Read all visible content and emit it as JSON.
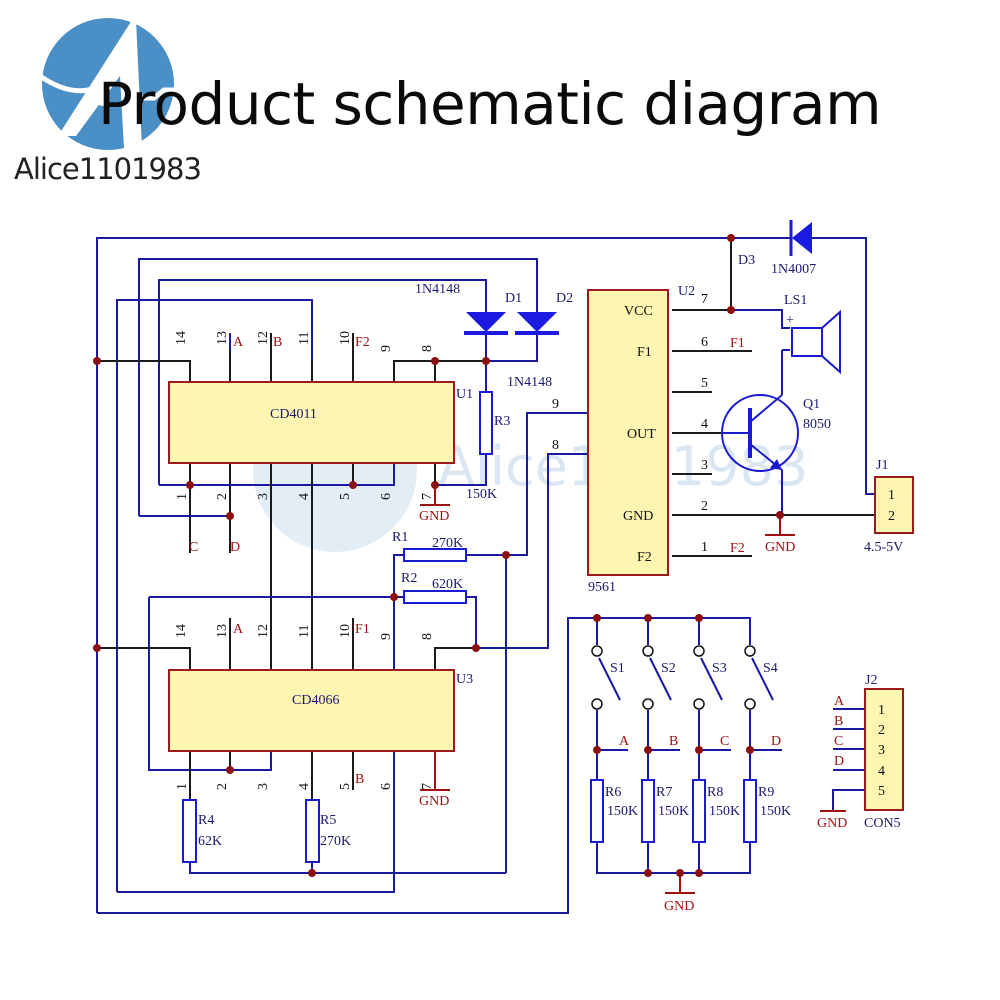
{
  "header": {
    "title": "Product schematic diagram",
    "brand": "Alice1101983",
    "watermark": "Alice1101983",
    "brand_color": "#4a90c8"
  },
  "colors": {
    "wire": "#1a1aa0",
    "chip_fill": "#fdf5b0",
    "chip_border": "#9b1b1b",
    "net_label": "#a01010"
  },
  "components": {
    "u1": {
      "ref": "U1",
      "part": "CD4011",
      "top_pins": [
        "14",
        "13",
        "12",
        "11",
        "10",
        "9",
        "8"
      ],
      "bottom_pins": [
        "1",
        "2",
        "3",
        "4",
        "5",
        "6",
        "7"
      ]
    },
    "u3": {
      "ref": "U3",
      "part": "CD4066",
      "top_pins": [
        "14",
        "13",
        "12",
        "11",
        "10",
        "9",
        "8"
      ],
      "bottom_pins": [
        "1",
        "2",
        "3",
        "4",
        "5",
        "6",
        "7"
      ]
    },
    "u2": {
      "ref": "U2",
      "part": "9561",
      "pins": [
        {
          "name": "VCC",
          "num": "7"
        },
        {
          "name": "F1",
          "num": "6"
        },
        {
          "name": "",
          "num": "5"
        },
        {
          "name": "OUT",
          "num": "4"
        },
        {
          "name": "",
          "num": "3"
        },
        {
          "name": "GND",
          "num": "2"
        },
        {
          "name": "F2",
          "num": "1"
        }
      ],
      "left_pins": [
        "9",
        "8"
      ]
    },
    "d1": {
      "ref": "D1",
      "part": "1N4148"
    },
    "d2": {
      "ref": "D2",
      "part": "1N4148"
    },
    "d3": {
      "ref": "D3",
      "part": "1N4007"
    },
    "r1": {
      "ref": "R1",
      "value": "270K"
    },
    "r2": {
      "ref": "R2",
      "value": "620K"
    },
    "r3": {
      "ref": "R3",
      "value": "150K"
    },
    "r4": {
      "ref": "R4",
      "value": "62K"
    },
    "r5": {
      "ref": "R5",
      "value": "270K"
    },
    "r6": {
      "ref": "R6",
      "value": "150K"
    },
    "r7": {
      "ref": "R7",
      "value": "150K"
    },
    "r8": {
      "ref": "R8",
      "value": "150K"
    },
    "r9": {
      "ref": "R9",
      "value": "150K"
    },
    "q1": {
      "ref": "Q1",
      "part": "8050"
    },
    "ls1": {
      "ref": "LS1",
      "plus": "+"
    },
    "j1": {
      "ref": "J1",
      "pins": [
        "1",
        "2"
      ],
      "label": "4.5-5V"
    },
    "j2": {
      "ref": "J2",
      "pins": [
        "1",
        "2",
        "3",
        "4",
        "5"
      ],
      "label": "CON5",
      "nets": [
        "A",
        "B",
        "C",
        "D"
      ]
    },
    "switches": [
      "S1",
      "S2",
      "S3",
      "S4"
    ],
    "switch_nets": [
      "A",
      "B",
      "C",
      "D"
    ]
  },
  "nets": {
    "gnd": "GND",
    "u1_top": {
      "p13": "A",
      "p12": "B",
      "p10": "F2"
    },
    "u1_bottom": {
      "p1": "C",
      "p2": "D"
    },
    "u3_top": {
      "p13": "A",
      "p10": "F1"
    },
    "u3_bottom": {
      "p5": "B"
    },
    "u2_f1": "F1",
    "u2_f2": "F2"
  }
}
